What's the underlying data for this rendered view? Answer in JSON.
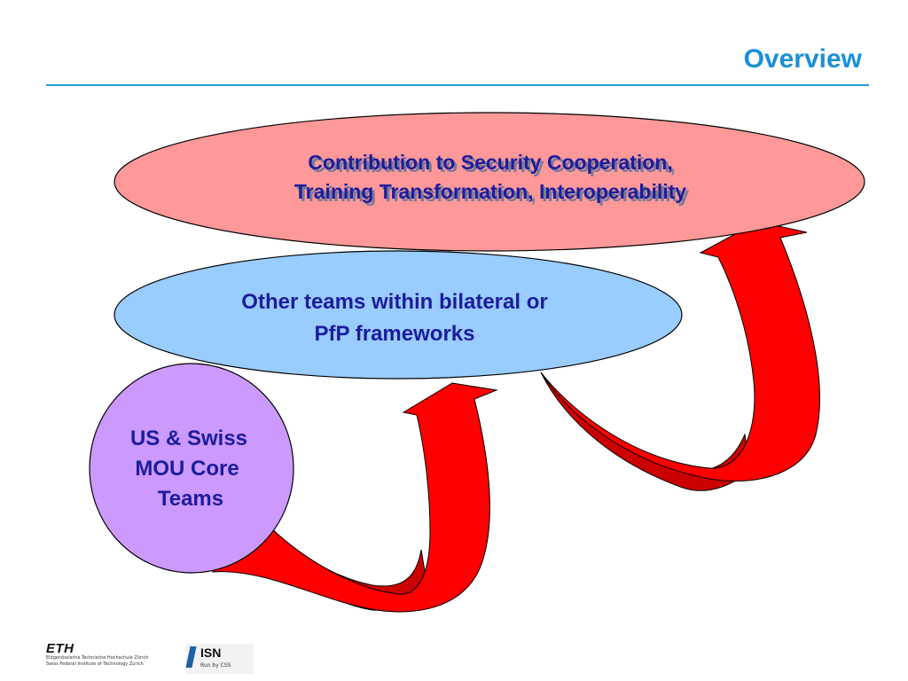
{
  "slide": {
    "title": "Overview"
  },
  "diagram": {
    "top_ellipse": {
      "line1": "Contribution to Security Cooperation,",
      "line2": "Training Transformation, Interoperability",
      "fill": "#ff9999",
      "text_color": "#1c1c9c"
    },
    "middle_ellipse": {
      "line1": "Other teams within bilateral or",
      "line2": "PfP frameworks",
      "fill": "#99ccff",
      "text_color": "#1c1c9c"
    },
    "circle": {
      "line1": "US & Swiss",
      "line2": "MOU Core",
      "line3": "Teams",
      "fill": "#cc99ff",
      "text_color": "#1c1c9c"
    },
    "arrow_colors": {
      "front": "#ff0000",
      "back": "#cc0000"
    }
  },
  "footer": {
    "eth_logo": "ETH",
    "eth_line1": "Eidgenössische Technische Hochschule Zürich",
    "eth_line2": "Swiss Federal Institute of Technology Zurich",
    "isn_logo": "ISN",
    "isn_sub": "Run by CSS"
  }
}
